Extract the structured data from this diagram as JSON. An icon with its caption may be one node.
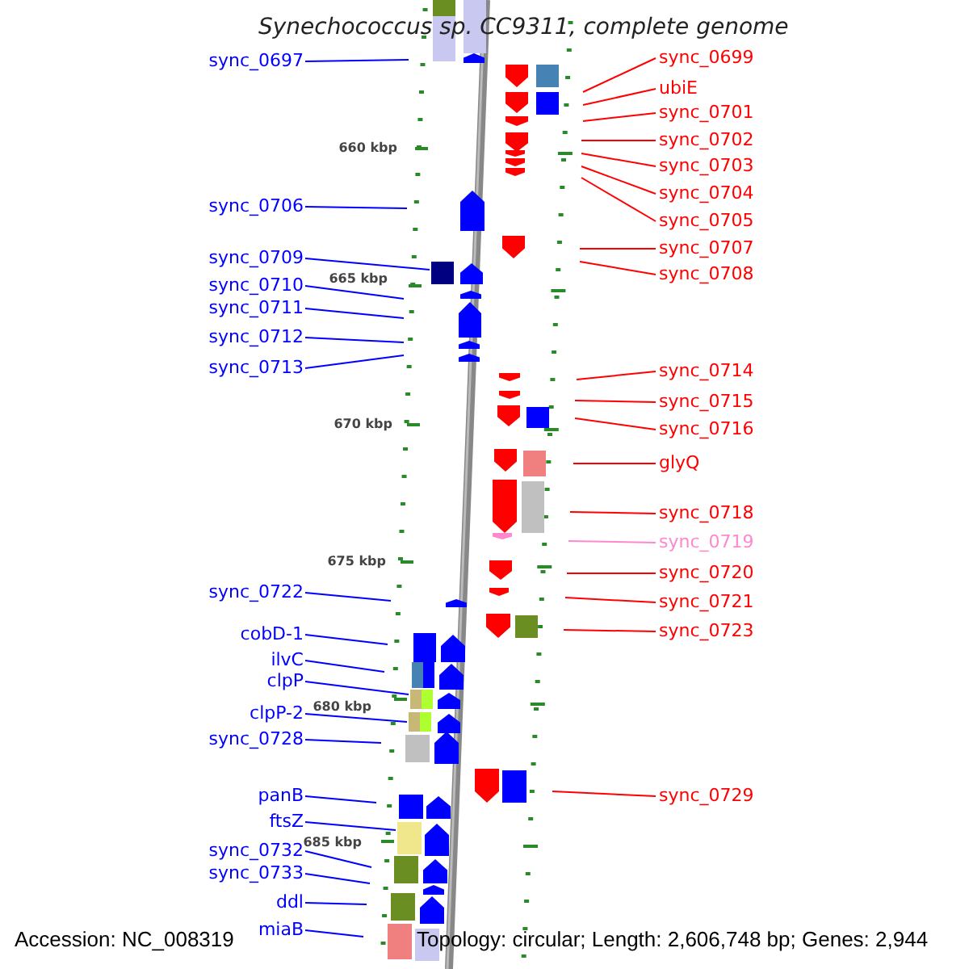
{
  "diagram": {
    "title": "Synechococcus sp. CC9311, complete genome",
    "nodes": [
      {
        "text": [
          "sync_0697"
        ]
      },
      {
        "text": [
          "sync_0706"
        ]
      },
      {
        "text": [
          "sync_0709"
        ]
      },
      {
        "text": [
          "sync_0710"
        ]
      },
      {
        "text": [
          "sync_0711"
        ]
      },
      {
        "text": [
          "sync_0712"
        ]
      },
      {
        "text": [
          "sync_0713"
        ]
      },
      {
        "text": [
          "sync_0722"
        ]
      },
      {
        "text": [
          "cobD-1"
        ]
      },
      {
        "text": [
          "ilvC"
        ]
      },
      {
        "text": [
          "clpP"
        ]
      },
      {
        "text": [
          "clpP-2"
        ]
      },
      {
        "text": [
          "sync_0728"
        ]
      },
      {
        "text": [
          "panB"
        ]
      },
      {
        "text": [
          "ftsZ"
        ]
      },
      {
        "text": [
          "sync_0732"
        ]
      },
      {
        "text": [
          "sync_0733"
        ]
      },
      {
        "text": [
          "ddl"
        ]
      },
      {
        "text": [
          "miaB"
        ]
      },
      {
        "text": [
          "sync_0699"
        ]
      },
      {
        "text": [
          "ubiE"
        ]
      },
      {
        "text": [
          "sync_0701"
        ]
      },
      {
        "text": [
          "sync_0702"
        ]
      },
      {
        "text": [
          "sync_0703"
        ]
      },
      {
        "text": [
          "sync_0704"
        ]
      },
      {
        "text": [
          "sync_0705"
        ]
      },
      {
        "text": [
          "sync_0707"
        ]
      },
      {
        "text": [
          "sync_0708"
        ]
      },
      {
        "text": [
          "sync_0714"
        ]
      },
      {
        "text": [
          "sync_0715"
        ]
      },
      {
        "text": [
          "sync_0716"
        ]
      },
      {
        "text": [
          "glyQ"
        ]
      },
      {
        "text": [
          "sync_0718"
        ]
      },
      {
        "text": [
          "sync_0719"
        ]
      },
      {
        "text": [
          "sync_0720"
        ]
      },
      {
        "text": [
          "sync_0721"
        ]
      },
      {
        "text": [
          "sync_0723"
        ]
      },
      {
        "text": [
          "sync_0729"
        ]
      }
    ],
    "edges": [
      {
        "from": 0,
        "to": null,
        "arrow": "none"
      },
      {
        "from": 1,
        "to": null,
        "arrow": "none"
      },
      {
        "from": 2,
        "to": null,
        "arrow": "none"
      },
      {
        "from": 3,
        "to": null,
        "arrow": "none"
      },
      {
        "from": 4,
        "to": null,
        "arrow": "none"
      },
      {
        "from": 5,
        "to": null,
        "arrow": "none"
      },
      {
        "from": 6,
        "to": null,
        "arrow": "none"
      },
      {
        "from": 7,
        "to": null,
        "arrow": "none"
      },
      {
        "from": 8,
        "to": null,
        "arrow": "none"
      },
      {
        "from": 9,
        "to": null,
        "arrow": "none"
      },
      {
        "from": 10,
        "to": null,
        "arrow": "none"
      },
      {
        "from": 11,
        "to": null,
        "arrow": "none"
      },
      {
        "from": 12,
        "to": null,
        "arrow": "none"
      },
      {
        "from": 13,
        "to": null,
        "arrow": "none"
      },
      {
        "from": 14,
        "to": null,
        "arrow": "none"
      },
      {
        "from": 15,
        "to": null,
        "arrow": "none"
      },
      {
        "from": 16,
        "to": null,
        "arrow": "none"
      },
      {
        "from": 17,
        "to": null,
        "arrow": "none"
      },
      {
        "from": 18,
        "to": null,
        "arrow": "none"
      },
      {
        "from": 19,
        "to": null,
        "arrow": "none",
        "color": "#ff0000"
      },
      {
        "from": 20,
        "to": null,
        "arrow": "none",
        "color": "#ff0000"
      },
      {
        "from": 21,
        "to": null,
        "arrow": "none",
        "color": "#ff0000"
      },
      {
        "from": 22,
        "to": null,
        "arrow": "none",
        "color": "#ff0000"
      },
      {
        "from": 23,
        "to": null,
        "arrow": "none",
        "color": "#ff0000"
      },
      {
        "from": 24,
        "to": null,
        "arrow": "none",
        "color": "#ff0000"
      },
      {
        "from": 25,
        "to": null,
        "arrow": "none",
        "color": "#ff0000"
      },
      {
        "from": 26,
        "to": null,
        "arrow": "none",
        "color": "#ff0000"
      },
      {
        "from": 27,
        "to": null,
        "arrow": "none",
        "color": "#ff0000"
      },
      {
        "from": 28,
        "to": null,
        "arrow": "none",
        "color": "#ff0000"
      },
      {
        "from": 29,
        "to": null,
        "arrow": "none",
        "color": "#ff0000"
      },
      {
        "from": 30,
        "to": null,
        "arrow": "none",
        "color": "#ff0000"
      },
      {
        "from": 31,
        "to": null,
        "arrow": "none",
        "color": "#ff0000"
      },
      {
        "from": 32,
        "to": null,
        "arrow": "none",
        "color": "#ff0000"
      },
      {
        "from": 33,
        "to": null,
        "arrow": "none",
        "color": "#ff88cc"
      },
      {
        "from": 34,
        "to": null,
        "arrow": "none",
        "color": "#ff0000"
      },
      {
        "from": 35,
        "to": null,
        "arrow": "none",
        "color": "#ff0000"
      },
      {
        "from": 36,
        "to": null,
        "arrow": "none",
        "color": "#ff0000"
      },
      {
        "from": 37,
        "to": null,
        "arrow": "none",
        "color": "#ff0000"
      }
    ],
    "labels": [
      "660 kbp",
      "665 kbp",
      "670 kbp",
      "675 kbp",
      "680 kbp",
      "685 kbp",
      "Accession: NC_008319",
      "Topology: circular; Length: 2,606,748 bp; Genes: 2,944"
    ]
  }
}
